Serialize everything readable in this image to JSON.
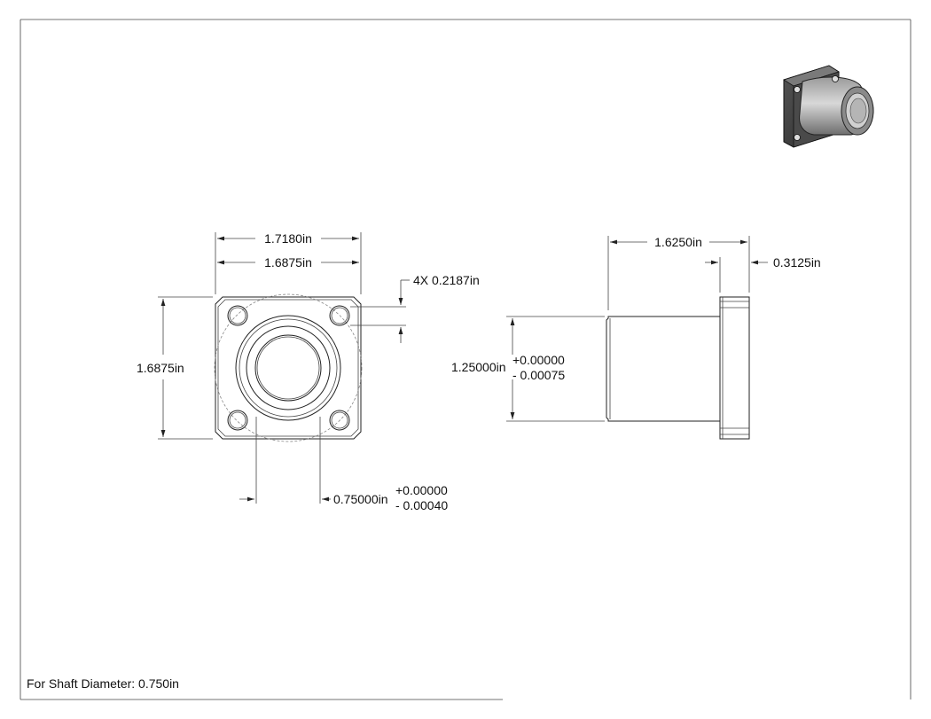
{
  "front_view": {
    "overall_width": "1.7180in",
    "hole_spacing_width": "1.6875in",
    "hole_spacing_height": "1.6875in",
    "hole_callout": "4X 0.2187in",
    "bore_nominal": "0.75000in",
    "bore_tol_plus": "+0.00000",
    "bore_tol_minus": "- 0.00040"
  },
  "side_view": {
    "length": "1.6250in",
    "flange_thickness": "0.3125in",
    "body_diameter": "1.25000in",
    "body_tol_plus": "+0.00000",
    "body_tol_minus": "- 0.00075"
  },
  "footer": {
    "shaft_note": "For Shaft Diameter: 0.750in"
  }
}
